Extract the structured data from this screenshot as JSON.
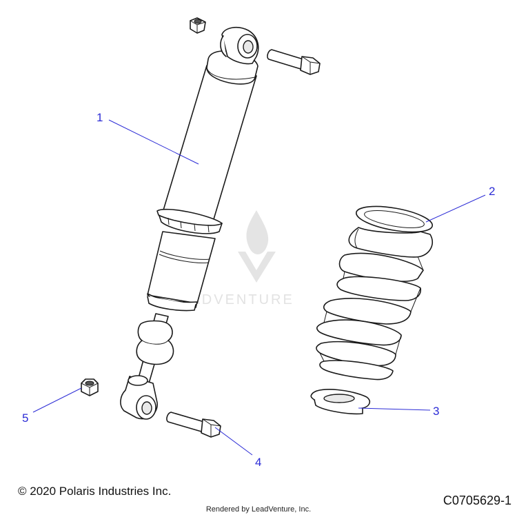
{
  "callouts": [
    {
      "id": "1",
      "label": "1"
    },
    {
      "id": "2",
      "label": "2"
    },
    {
      "id": "3",
      "label": "3"
    },
    {
      "id": "4",
      "label": "4"
    },
    {
      "id": "5",
      "label": "5"
    }
  ],
  "watermark": {
    "text": "LEADVENTURE"
  },
  "footer": {
    "copyright": "© 2020 Polaris Industries Inc.",
    "rendered_by": "Rendered by LeadVenture, Inc.",
    "diagram_code": "C0705629-1"
  },
  "colors": {
    "callout": "#2b2bd6",
    "line": "#1a1a1a",
    "watermark": "#e4e4e4"
  }
}
